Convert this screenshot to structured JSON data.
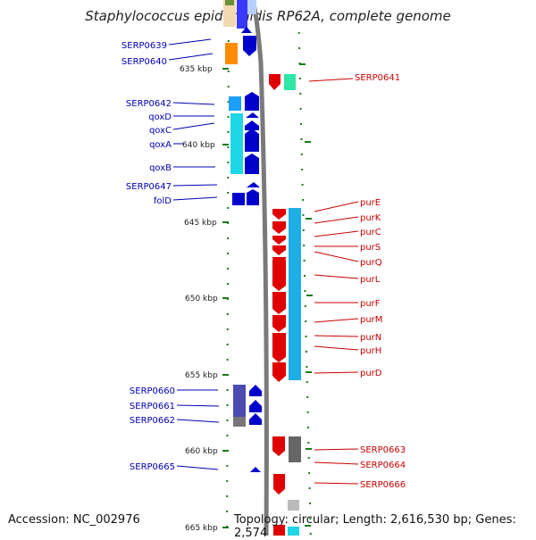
{
  "title": "Staphylococcus epidermidis RP62A, complete genome",
  "footer": {
    "accession": "Accession: NC_002976",
    "topology": "Topology: circular; Length: 2,616,530 bp; Genes: 2,574"
  },
  "colors": {
    "left_label": "#0000b3",
    "right_label": "#c80000",
    "tick": "#006400",
    "track": "#808080"
  },
  "kbp_ticks": [
    "635 kbp",
    "640 kbp",
    "645 kbp",
    "650 kbp",
    "655 kbp",
    "660 kbp",
    "665 kbp"
  ],
  "left_labels": [
    "SERP0639",
    "SERP0640",
    "SERP0642",
    "qoxD",
    "qoxC",
    "qoxA",
    "qoxB",
    "SERP0647",
    "folD",
    "SERP0660",
    "SERP0661",
    "SERP0662",
    "SERP0665"
  ],
  "right_labels": [
    "SERP0641",
    "purE",
    "purK",
    "purC",
    "purS",
    "purQ",
    "purL",
    "purF",
    "purM",
    "purN",
    "purH",
    "purD",
    "SERP0663",
    "SERP0664",
    "SERP0666"
  ]
}
